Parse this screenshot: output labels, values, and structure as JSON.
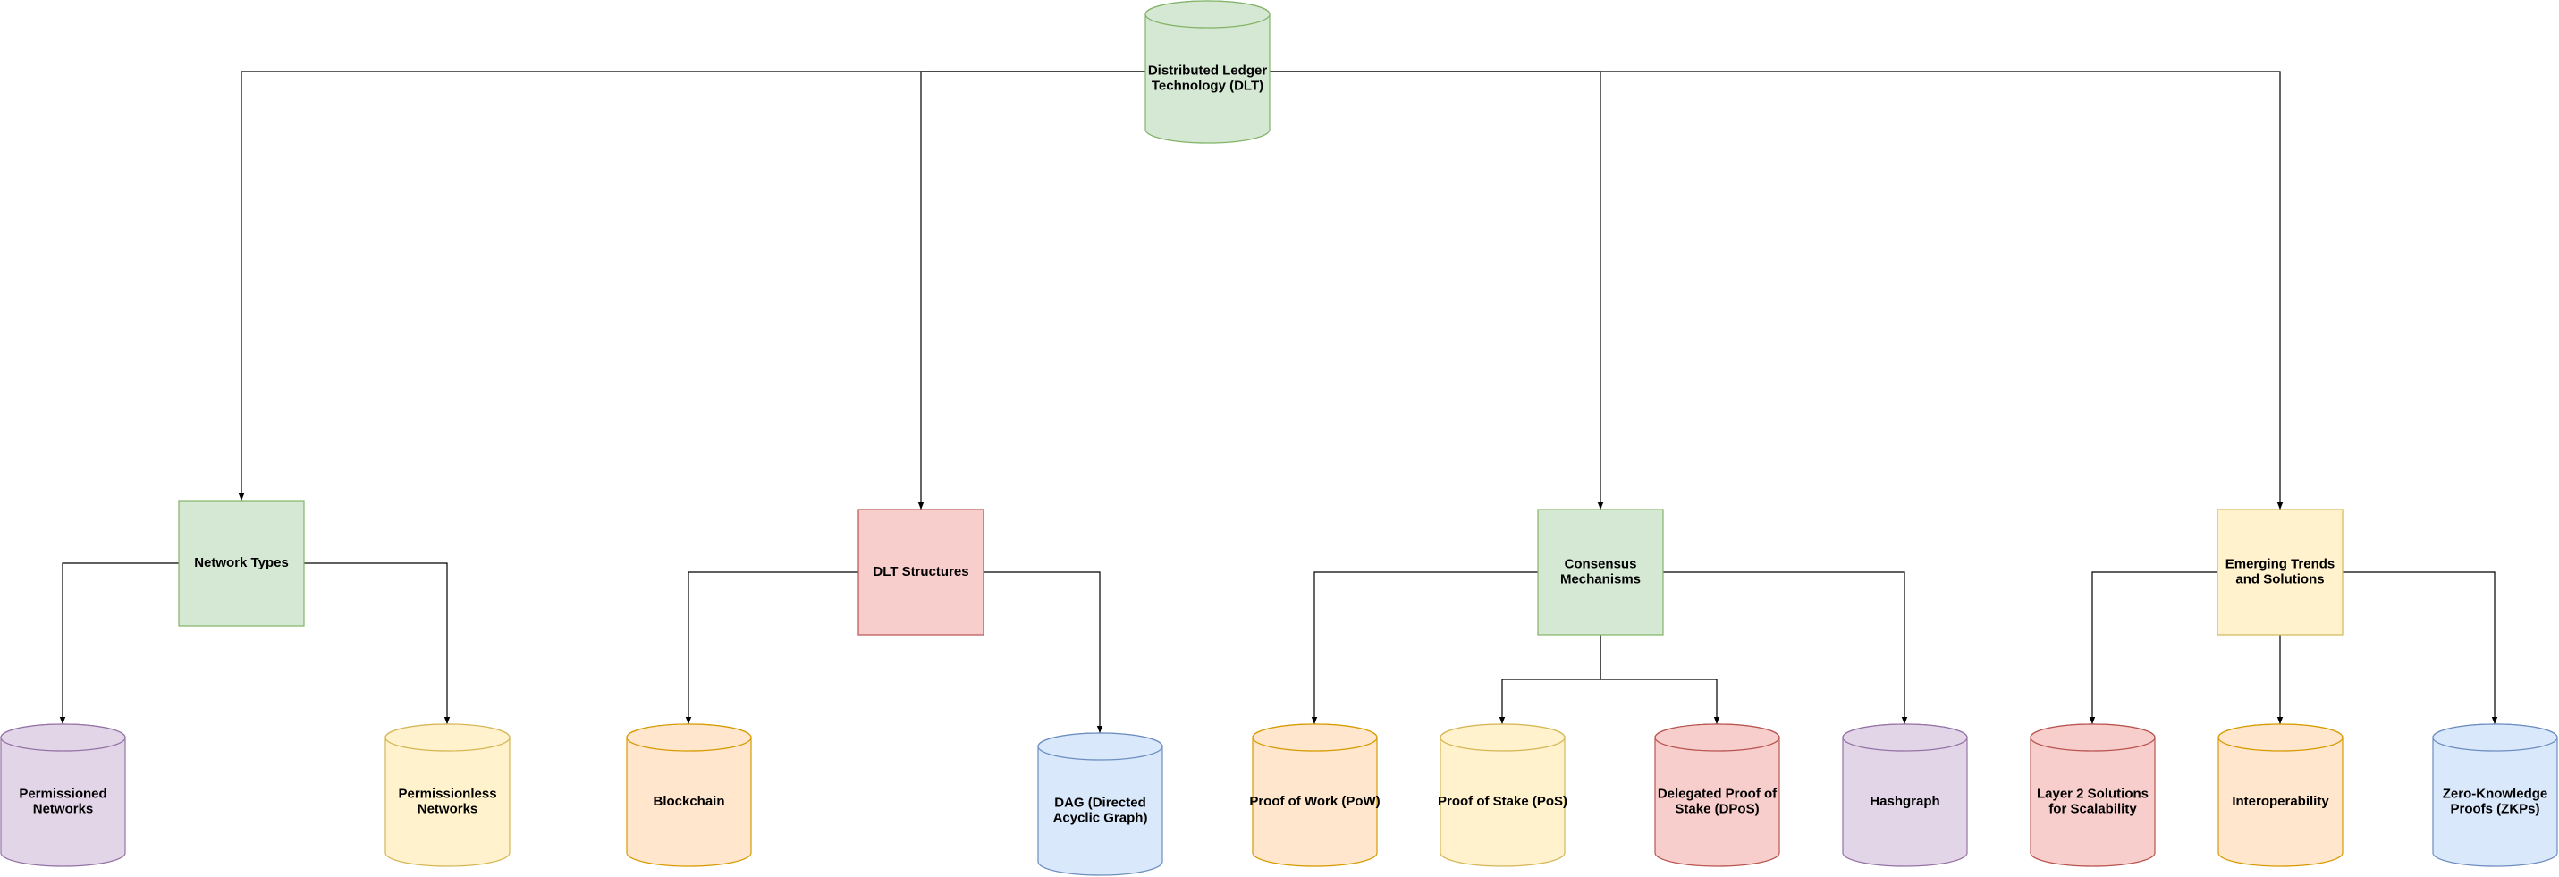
{
  "colors": {
    "green": {
      "fill": "#d5e8d4",
      "stroke": "#82b366"
    },
    "red": {
      "fill": "#f8cecc",
      "stroke": "#b85450"
    },
    "yellow": {
      "fill": "#fff2cc",
      "stroke": "#d6b656"
    },
    "orange": {
      "fill": "#ffe6cc",
      "stroke": "#d79b00"
    },
    "blue": {
      "fill": "#dae8fc",
      "stroke": "#6c8ebf"
    },
    "purple": {
      "fill": "#e1d5e7",
      "stroke": "#9673a6"
    },
    "edge": "#000000"
  },
  "nodes": [
    {
      "id": "dlt",
      "shape": "cylinder",
      "color": "green",
      "lines": [
        "Distributed Ledger",
        "Technology (DLT)"
      ]
    },
    {
      "id": "network-types",
      "shape": "box",
      "color": "green",
      "lines": [
        "Network Types"
      ]
    },
    {
      "id": "dlt-structures",
      "shape": "box",
      "color": "red",
      "lines": [
        "DLT Structures"
      ]
    },
    {
      "id": "consensus-mechanisms",
      "shape": "box",
      "color": "green",
      "lines": [
        "Consensus",
        "Mechanisms"
      ]
    },
    {
      "id": "emerging-trends",
      "shape": "box",
      "color": "yellow",
      "lines": [
        "Emerging Trends",
        "and Solutions"
      ]
    },
    {
      "id": "permissioned-networks",
      "shape": "cylinder",
      "color": "purple",
      "lines": [
        "Permissioned",
        "Networks"
      ]
    },
    {
      "id": "permissionless-networks",
      "shape": "cylinder",
      "color": "yellow",
      "lines": [
        "Permissionless",
        "Networks"
      ]
    },
    {
      "id": "blockchain",
      "shape": "cylinder",
      "color": "orange",
      "lines": [
        "Blockchain"
      ]
    },
    {
      "id": "dag",
      "shape": "cylinder",
      "color": "blue",
      "lines": [
        "DAG (Directed",
        "Acyclic Graph)"
      ]
    },
    {
      "id": "pow",
      "shape": "cylinder",
      "color": "orange",
      "lines": [
        "Proof of Work (PoW)"
      ]
    },
    {
      "id": "pos",
      "shape": "cylinder",
      "color": "yellow",
      "lines": [
        "Proof of Stake (PoS)"
      ]
    },
    {
      "id": "dpos",
      "shape": "cylinder",
      "color": "red",
      "lines": [
        "Delegated Proof of",
        "Stake (DPoS)"
      ]
    },
    {
      "id": "hashgraph",
      "shape": "cylinder",
      "color": "purple",
      "lines": [
        "Hashgraph"
      ]
    },
    {
      "id": "layer2",
      "shape": "cylinder",
      "color": "red",
      "lines": [
        "Layer 2 Solutions",
        "for Scalability"
      ]
    },
    {
      "id": "interoperability",
      "shape": "cylinder",
      "color": "orange",
      "lines": [
        "Interoperability"
      ]
    },
    {
      "id": "zkps",
      "shape": "cylinder",
      "color": "blue",
      "lines": [
        "Zero-Knowledge",
        "Proofs (ZKPs)"
      ]
    }
  ],
  "edges": [
    {
      "from": "dlt",
      "to": "network-types"
    },
    {
      "from": "dlt",
      "to": "dlt-structures"
    },
    {
      "from": "dlt",
      "to": "consensus-mechanisms"
    },
    {
      "from": "dlt",
      "to": "emerging-trends"
    },
    {
      "from": "network-types",
      "to": "permissioned-networks"
    },
    {
      "from": "network-types",
      "to": "permissionless-networks"
    },
    {
      "from": "dlt-structures",
      "to": "blockchain"
    },
    {
      "from": "dlt-structures",
      "to": "dag"
    },
    {
      "from": "consensus-mechanisms",
      "to": "pow"
    },
    {
      "from": "consensus-mechanisms",
      "to": "pos"
    },
    {
      "from": "consensus-mechanisms",
      "to": "dpos"
    },
    {
      "from": "consensus-mechanisms",
      "to": "hashgraph"
    },
    {
      "from": "emerging-trends",
      "to": "layer2"
    },
    {
      "from": "emerging-trends",
      "to": "interoperability"
    },
    {
      "from": "emerging-trends",
      "to": "zkps"
    }
  ]
}
